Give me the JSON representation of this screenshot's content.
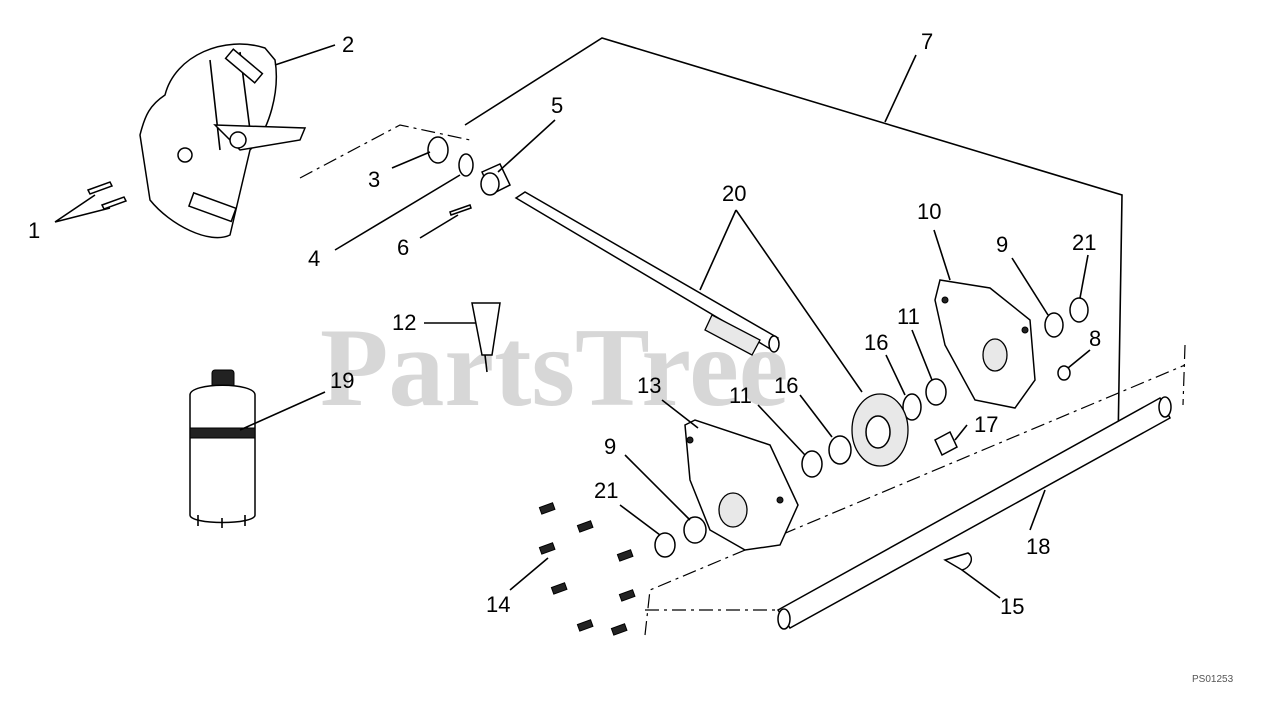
{
  "diagram": {
    "watermark": "PartsTree",
    "figure_id": "PS01253",
    "callouts": [
      "1",
      "2",
      "3",
      "4",
      "5",
      "6",
      "7",
      "8",
      "9",
      "9",
      "10",
      "11",
      "11",
      "12",
      "13",
      "14",
      "15",
      "16",
      "16",
      "17",
      "18",
      "19",
      "20",
      "21",
      "21"
    ]
  }
}
